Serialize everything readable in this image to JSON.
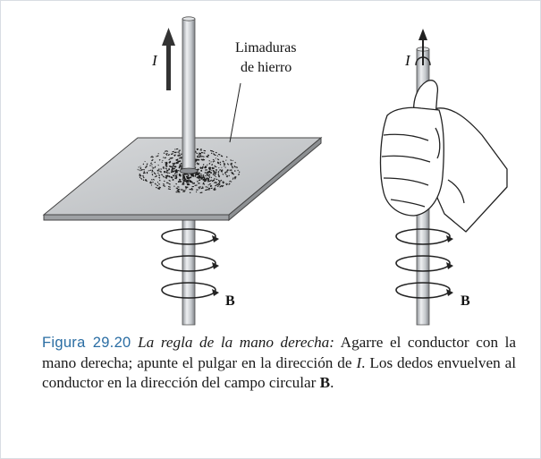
{
  "figure": {
    "labels": {
      "current_left": "I",
      "current_right": "I",
      "filings_line1": "Limaduras",
      "filings_line2": "de hierro",
      "field_left": "B",
      "field_right": "B"
    }
  },
  "caption": {
    "fig_number": "Figura 29.20",
    "title": "La regla de la mano derecha:",
    "text_1": "Agarre el conductor con la mano derecha; apunte el pulgar en la dirección de",
    "symbol_I": "I",
    "text_2": ". Los dedos envuelven al conductor en la dirección del campo circular",
    "symbol_B": "B",
    "text_3": "."
  },
  "colors": {
    "accent_blue": "#2a6da3",
    "conductor_gray": "#c9ccd0",
    "plate_gray": "#c7c9cc"
  }
}
